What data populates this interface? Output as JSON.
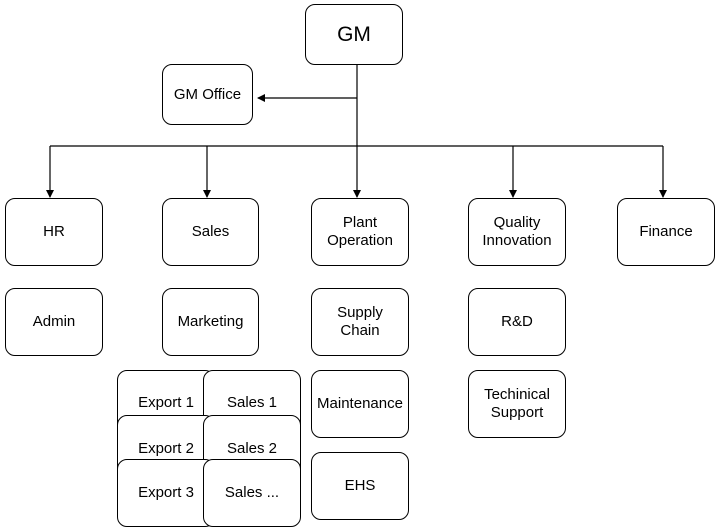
{
  "chart_data": {
    "type": "org-chart",
    "root": "GM",
    "staff": "GM Office",
    "departments": [
      {
        "name": "HR",
        "children": [
          "Admin"
        ]
      },
      {
        "name": "Sales",
        "children": [
          "Marketing",
          "Export 1",
          "Sales 1",
          "Export 2",
          "Sales 2",
          "Export 3",
          "Sales ..."
        ]
      },
      {
        "name": "Plant\nOperation",
        "children": [
          "Supply\nChain",
          "Maintenance",
          "EHS"
        ]
      },
      {
        "name": "Quality\nInnovation",
        "children": [
          "R&D",
          "Techinical\nSupport"
        ]
      },
      {
        "name": "Finance",
        "children": []
      }
    ]
  },
  "nodes": {
    "gm": "GM",
    "gm_office": "GM Office",
    "hr": "HR",
    "sales": "Sales",
    "plant_operation": "Plant\nOperation",
    "quality_innovation": "Quality\nInnovation",
    "finance": "Finance",
    "admin": "Admin",
    "marketing": "Marketing",
    "supply_chain": "Supply\nChain",
    "r_and_d": "R&D",
    "maintenance": "Maintenance",
    "technical_support": "Techinical\nSupport",
    "ehs": "EHS",
    "export_1": "Export 1",
    "sales_1": "Sales 1",
    "export_2": "Export 2",
    "sales_2": "Sales 2",
    "export_3": "Export 3",
    "sales_3": "Sales ..."
  }
}
